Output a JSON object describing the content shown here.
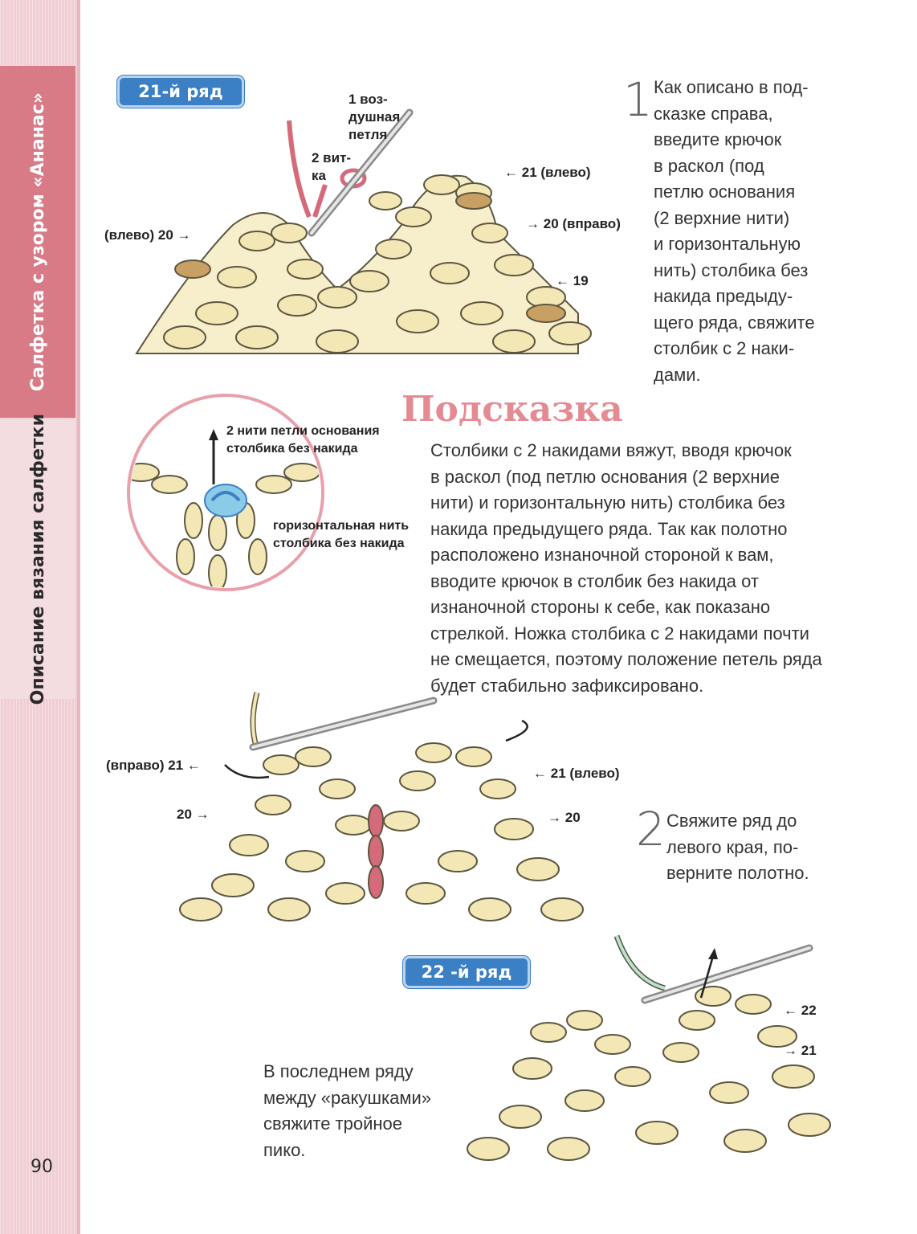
{
  "sidebar": {
    "tab_top": "Салфетка с узором «Ананас»",
    "tab_bottom": "Описание вязания салфетки",
    "page_number": "90"
  },
  "row21": {
    "badge": "21-й ряд",
    "step_number": "1",
    "step_text": "Как описано в под-\nсказке справа,\nвведите крючок\nв раскол (под\nпетлю основания\n(2 верхние нити)\nи горизонтальную\nнить) столбика без\nнакида предыду-\nщего ряда, свяжите\nстолбик с 2 наки-\nдами.",
    "labels": {
      "air_loop": "1 воз-\nдушная\nпетля",
      "two_turns": "2 вит-\nка",
      "r21_left": "21 (влево)",
      "r20_right": "20 (вправо)",
      "r20_left": "(влево) 20",
      "r19": "19"
    }
  },
  "hint": {
    "title": "Подсказка",
    "text": "Столбики с 2 накидами вяжут, вводя крючок\nв раскол (под петлю основания (2 верхние\nнити) и горизонтальную нить) столбика без\nнакида предыдущего ряда. Так как полотно\nрасположено изнаночной стороной к вам,\nвводите крючок в столбик без накида от\nизнаночной стороны к себе, как показано\nстрелкой. Ножка столбика с 2 накидами почти\nне смещается, поэтому положение петель ряда\nбудет стабильно зафиксировано.",
    "label_top": "2 нити петли основания\nстолбика без накида",
    "label_bottom": "горизонтальная нить\nстолбика без накида"
  },
  "step2": {
    "step_number": "2",
    "step_text": "Свяжите ряд до\nлевого края, по-\nверните полотно.",
    "labels": {
      "r21_right": "(вправо) 21",
      "r21_left": "21 (влево)",
      "r20_left": "20",
      "r20_right": "20"
    }
  },
  "row22": {
    "badge": "22 -й ряд",
    "text": "В последнем ряду\nмежду «ракушками»\nсвяжите тройное\nпико.",
    "labels": {
      "r22": "22",
      "r21": "21"
    }
  },
  "colors": {
    "sidebar_bg": "#f0cfd4",
    "tab_active": "#d97a87",
    "badge_blue": "#3b7fc4",
    "hint_title": "#e48a93",
    "yarn_cream": "#f3e8b5",
    "yarn_outline": "#5c5640",
    "yarn_pink": "#d46a7a",
    "yarn_tan": "#c9a063",
    "yarn_mint": "#b9e4cf",
    "circle_blue": "#8ccbe8"
  }
}
